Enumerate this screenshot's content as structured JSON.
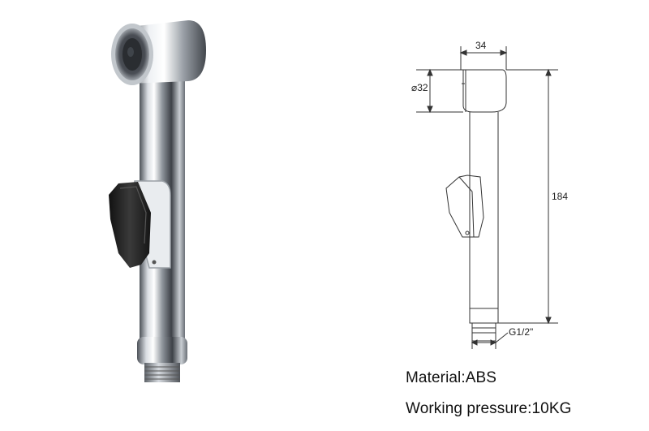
{
  "drawing": {
    "head_width": "34",
    "head_diameter": "⌀32",
    "overall_length": "184",
    "thread": "G1/2\""
  },
  "specs": {
    "material": "Material:ABS",
    "working_pressure": "Working pressure:10KG"
  },
  "colors": {
    "chrome_dark": "#5a5f66",
    "chrome_light": "#f4f6f8",
    "lever": "#1e1e1e",
    "line": "#333333"
  }
}
